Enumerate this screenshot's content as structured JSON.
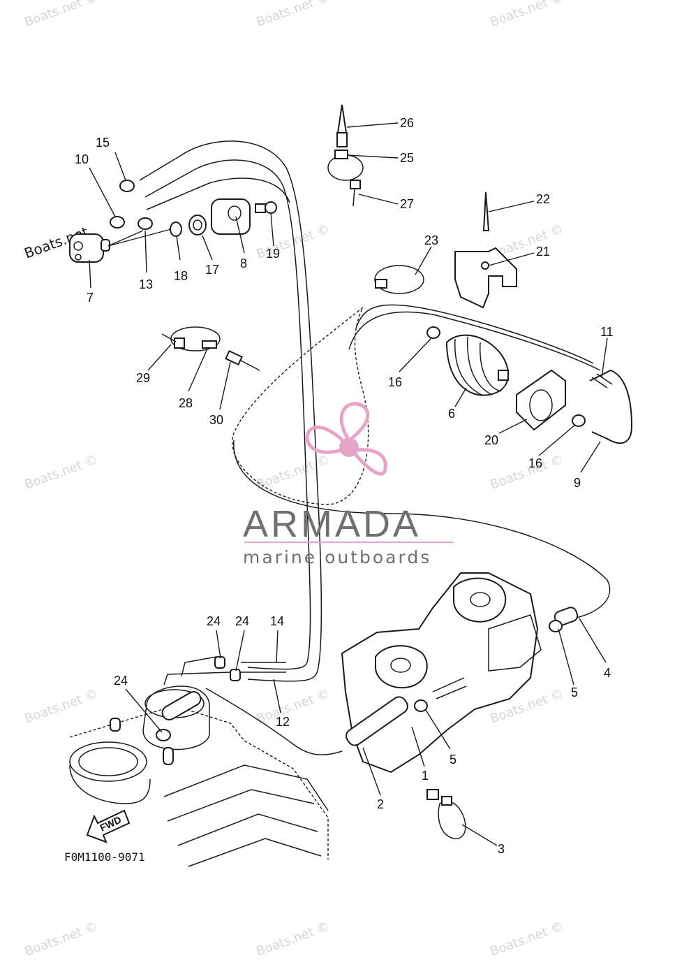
{
  "diagram_code": "F0M1100-9071",
  "fwd_label": "FWD",
  "brand": {
    "name": "ARMADA",
    "tagline": "marine outboards",
    "accent_color": "#e8a4c8",
    "text_color": "#707070"
  },
  "watermark_text": "Boats.net ©",
  "watermark_side_text": "Boats.net",
  "callouts": [
    "1",
    "2",
    "3",
    "4",
    "5",
    "5",
    "6",
    "7",
    "8",
    "9",
    "10",
    "11",
    "12",
    "13",
    "14",
    "15",
    "16",
    "16",
    "17",
    "18",
    "19",
    "20",
    "21",
    "22",
    "23",
    "24",
    "24",
    "24",
    "25",
    "26",
    "27",
    "28",
    "29",
    "30"
  ]
}
